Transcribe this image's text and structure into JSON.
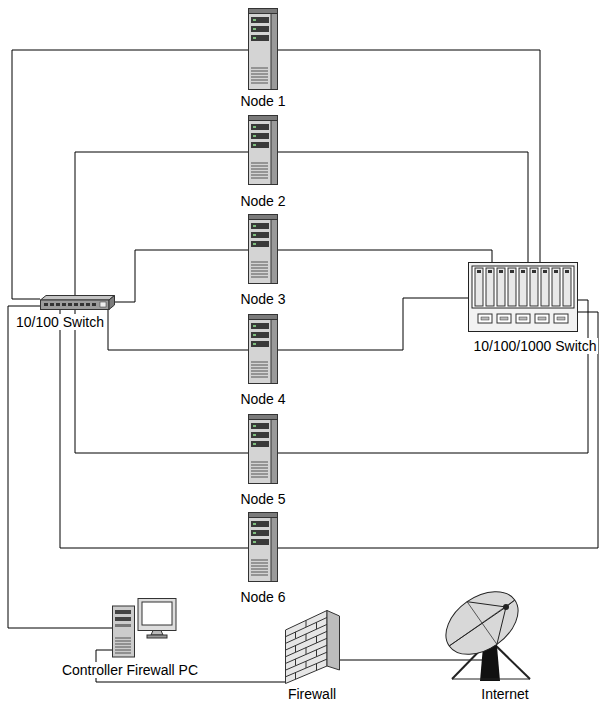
{
  "diagram": {
    "nodes": [
      {
        "text": [
          "Node 1"
        ]
      },
      {
        "text": [
          "Node 2"
        ]
      },
      {
        "text": [
          "Node 3"
        ]
      },
      {
        "text": [
          "10/100 Switch"
        ]
      },
      {
        "text": [
          "10/100/1000 Switch"
        ]
      },
      {
        "text": [
          "Node 4"
        ]
      },
      {
        "text": [
          "Node 5"
        ]
      },
      {
        "text": [
          "Node 6"
        ]
      },
      {
        "text": [
          "Controller Firewall PC"
        ]
      },
      {
        "text": [
          "Firewall"
        ]
      },
      {
        "text": [
          "Internet"
        ]
      }
    ],
    "edges": [
      {
        "from": 0,
        "to": 3,
        "arrow": "none"
      },
      {
        "from": 0,
        "to": 4,
        "arrow": "none"
      },
      {
        "from": 1,
        "to": 3,
        "arrow": "none"
      },
      {
        "from": 1,
        "to": 4,
        "arrow": "none"
      },
      {
        "from": 2,
        "to": 3,
        "arrow": "none"
      },
      {
        "from": 2,
        "to": 4,
        "arrow": "none"
      },
      {
        "from": 5,
        "to": 3,
        "arrow": "none"
      },
      {
        "from": 5,
        "to": 4,
        "arrow": "none"
      },
      {
        "from": 6,
        "to": 3,
        "arrow": "none"
      },
      {
        "from": 6,
        "to": 4,
        "arrow": "none"
      },
      {
        "from": 7,
        "to": 3,
        "arrow": "none"
      },
      {
        "from": 7,
        "to": 4,
        "arrow": "none"
      },
      {
        "from": 3,
        "to": 8,
        "arrow": "none"
      },
      {
        "from": 8,
        "to": 9,
        "arrow": "none"
      },
      {
        "from": 9,
        "to": 10,
        "arrow": "none"
      }
    ]
  }
}
